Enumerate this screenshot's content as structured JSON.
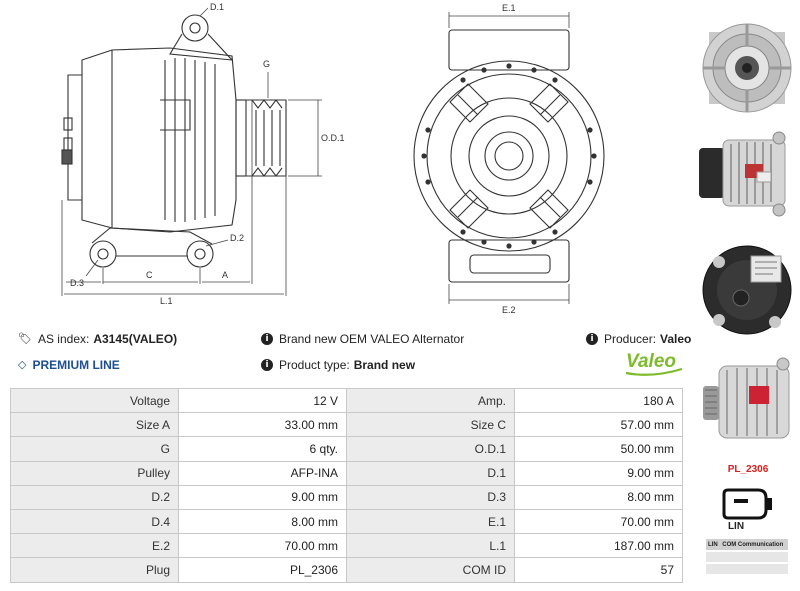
{
  "drawing": {
    "labels": {
      "d1": "D.1",
      "g": "G",
      "od1": "O.D.1",
      "d2": "D.2",
      "d3": "D.3",
      "c": "C",
      "a": "A",
      "l1": "L.1",
      "e1": "E.1",
      "e2": "E.2"
    }
  },
  "header": {
    "as_index_label": "AS index:",
    "as_index_value": "A3145(VALEO)",
    "description": "Brand new OEM VALEO Alternator",
    "producer_label": "Producer:",
    "producer_value": "Valeo",
    "premium_line": "PREMIUM LINE",
    "product_type_label": "Product type:",
    "product_type_value": "Brand new",
    "brand_logo": "Valeo",
    "icons": {
      "tag": "tag-icon",
      "info": "info-icon",
      "diamond": "diamond-icon"
    }
  },
  "specs": [
    {
      "k1": "Voltage",
      "v1": "12 V",
      "k2": "Amp.",
      "v2": "180 A"
    },
    {
      "k1": "Size A",
      "v1": "33.00 mm",
      "k2": "Size C",
      "v2": "57.00 mm"
    },
    {
      "k1": "G",
      "v1": "6 qty.",
      "k2": "O.D.1",
      "v2": "50.00 mm"
    },
    {
      "k1": "Pulley",
      "v1": "AFP-INA",
      "k2": "D.1",
      "v2": "9.00 mm"
    },
    {
      "k1": "D.2",
      "v1": "9.00 mm",
      "k2": "D.3",
      "v2": "8.00 mm"
    },
    {
      "k1": "D.4",
      "v1": "8.00 mm",
      "k2": "E.1",
      "v2": "70.00 mm"
    },
    {
      "k1": "E.2",
      "v1": "70.00 mm",
      "k2": "L.1",
      "v2": "187.00 mm"
    },
    {
      "k1": "Plug",
      "v1": "PL_2306",
      "k2": "COM ID",
      "v2": "57"
    }
  ],
  "sidebar": {
    "plug_code": "PL_2306",
    "plug_type": "LIN",
    "com_table": {
      "col1": "LIN",
      "col2": "COM Communication"
    }
  },
  "colors": {
    "accent_blue": "#1e4f91",
    "plug_red": "#d62020",
    "valeo_green": "#7dbb2a"
  }
}
